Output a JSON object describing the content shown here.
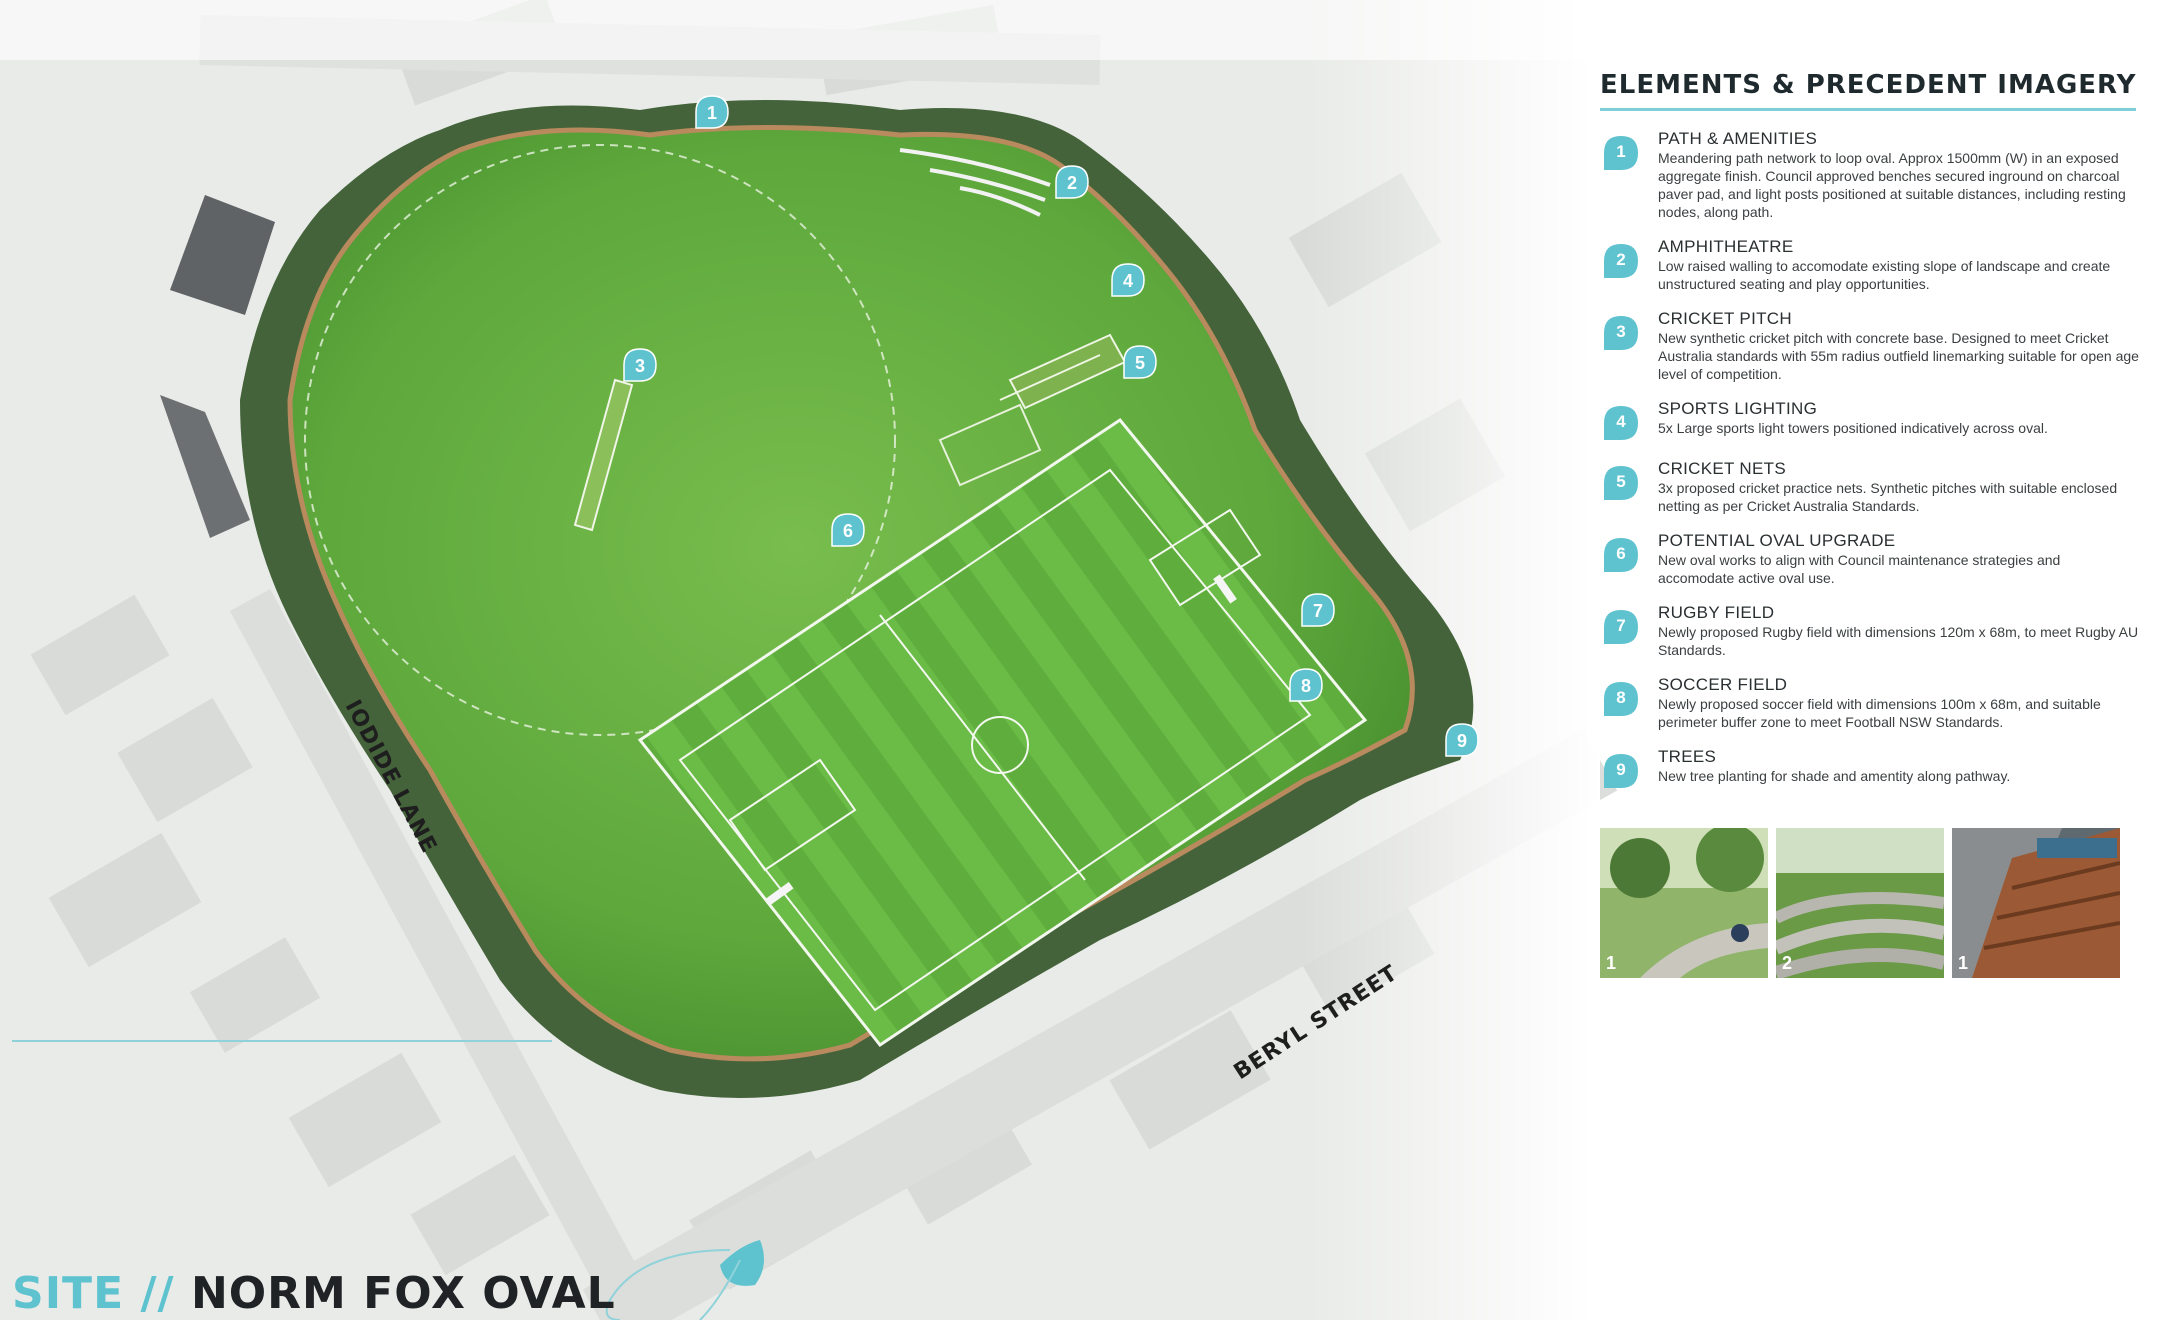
{
  "site_title": {
    "prefix": "SITE",
    "separator": "//",
    "name": "NORM FOX OVAL"
  },
  "map_labels": {
    "lane": "IODIDE LANE",
    "street": "BERYL STREET"
  },
  "markers": [
    {
      "num": "1"
    },
    {
      "num": "2"
    },
    {
      "num": "3"
    },
    {
      "num": "4"
    },
    {
      "num": "5"
    },
    {
      "num": "6"
    },
    {
      "num": "7"
    },
    {
      "num": "8"
    },
    {
      "num": "9"
    }
  ],
  "legend": {
    "title": "ELEMENTS & PRECEDENT IMAGERY",
    "items": [
      {
        "num": "1",
        "title": "PATH & AMENITIES",
        "desc": "Meandering path network to loop oval. Approx 1500mm (W) in an exposed aggregate finish. Council approved benches secured inground on charcoal paver pad, and light posts positioned at suitable distances, including resting nodes, along path."
      },
      {
        "num": "2",
        "title": "AMPHITHEATRE",
        "desc": "Low raised walling to accomodate existing slope of landscape and create unstructured seating and play opportunities."
      },
      {
        "num": "3",
        "title": "CRICKET PITCH",
        "desc": "New synthetic cricket pitch with concrete base. Designed to meet Cricket Australia standards with 55m radius outfield linemarking suitable for open age level of competition."
      },
      {
        "num": "4",
        "title": "SPORTS LIGHTING",
        "desc": "5x Large sports light towers positioned indicatively across oval."
      },
      {
        "num": "5",
        "title": "CRICKET NETS",
        "desc": "3x proposed cricket practice nets. Synthetic pitches with suitable enclosed netting as per Cricket Australia Standards."
      },
      {
        "num": "6",
        "title": "POTENTIAL OVAL UPGRADE",
        "desc": "New oval works to align with Council maintenance strategies and accomodate active oval use."
      },
      {
        "num": "7",
        "title": "RUGBY FIELD",
        "desc": "Newly proposed Rugby field with dimensions 120m x 68m, to meet Rugby AU Standards."
      },
      {
        "num": "8",
        "title": "SOCCER FIELD",
        "desc": "Newly proposed soccer field with dimensions 100m x 68m, and suitable perimeter buffer zone to meet Football NSW Standards."
      },
      {
        "num": "9",
        "title": "TREES",
        "desc": "New tree planting for shade and amentity along pathway."
      }
    ]
  },
  "photos": [
    {
      "num": "1",
      "icon": "bike-path-photo"
    },
    {
      "num": "2",
      "icon": "amphitheatre-photo"
    },
    {
      "num": "1",
      "icon": "bench-photo"
    }
  ],
  "colors": {
    "accent": "#5ec3cf",
    "grass": "#4e9a35",
    "grass_light": "#6cb544",
    "trees": "#3b5a2b",
    "path": "#b98a5e"
  }
}
